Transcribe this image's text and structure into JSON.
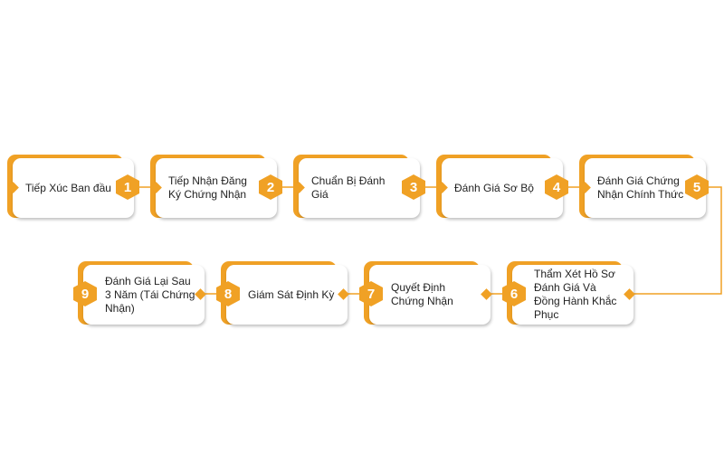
{
  "accent_color": "#f0a125",
  "steps": [
    {
      "number": "1",
      "label": "Tiếp Xúc Ban đầu"
    },
    {
      "number": "2",
      "label": "Tiếp Nhận Đăng Ký Chứng Nhận"
    },
    {
      "number": "3",
      "label": "Chuẩn Bị Đánh Giá"
    },
    {
      "number": "4",
      "label": "Đánh Giá Sơ Bộ"
    },
    {
      "number": "5",
      "label": "Đánh Giá Chứng Nhận Chính Thức"
    },
    {
      "number": "6",
      "label": "Thẩm Xét Hồ Sơ Đánh Giá Và Đồng Hành Khắc Phục"
    },
    {
      "number": "7",
      "label": "Quyết Định Chứng Nhận"
    },
    {
      "number": "8",
      "label": "Giám Sát Định Kỳ"
    },
    {
      "number": "9",
      "label": "Đánh Giá Lại Sau 3 Năm (Tái Chứng Nhận)"
    }
  ]
}
